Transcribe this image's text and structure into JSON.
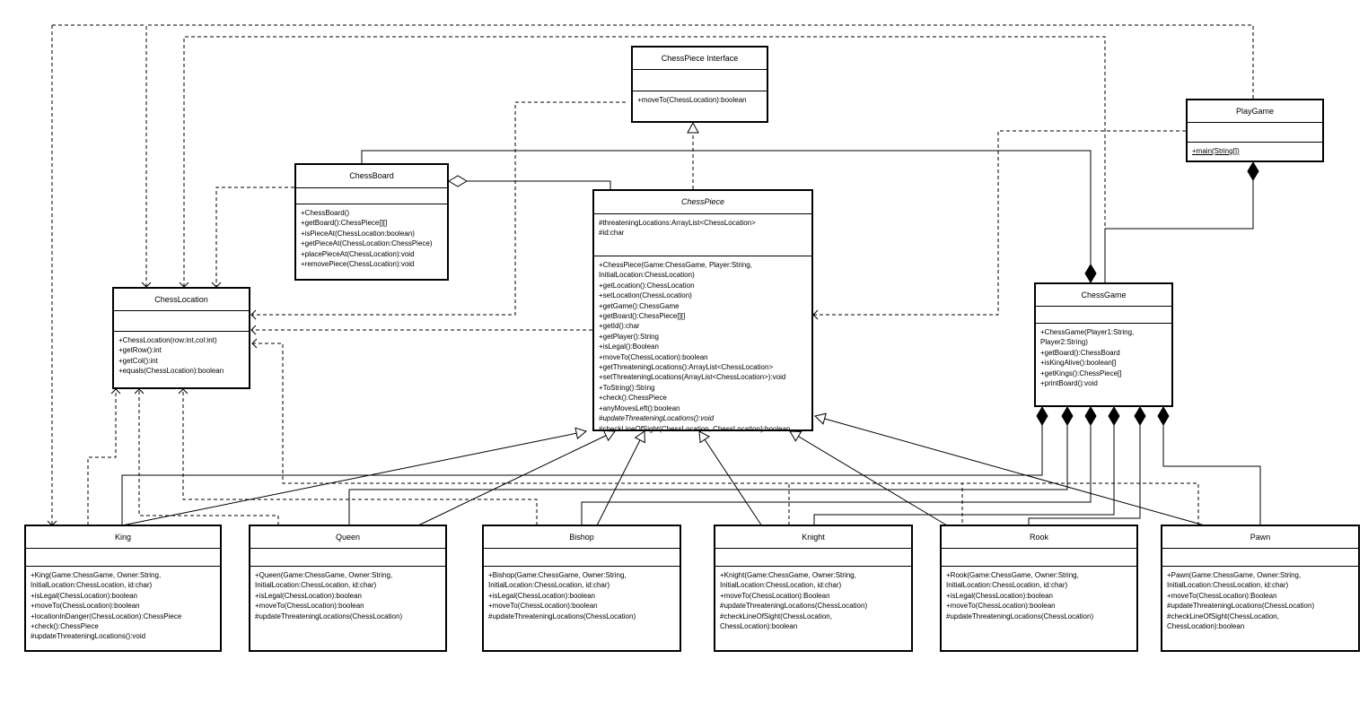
{
  "diagram": {
    "classes": {
      "interface": {
        "name": "ChessPiece Interface",
        "attributes": [],
        "operations": [
          {
            "text": "+moveTo(ChessLocation):boolean"
          }
        ]
      },
      "playgame": {
        "name": "PlayGame",
        "attributes": [],
        "operations": [
          {
            "text": "+main(String[])",
            "underline": true
          }
        ]
      },
      "chessboard": {
        "name": "ChessBoard",
        "attributes": [],
        "operations": [
          {
            "text": "+ChessBoard()"
          },
          {
            "text": "+getBoard():ChessPiece[][]"
          },
          {
            "text": "+isPieceAt(ChessLocation:boolean)"
          },
          {
            "text": "+getPieceAt(ChessLocation:ChessPiece)"
          },
          {
            "text": "+placePieceAt(ChessLocation):void"
          },
          {
            "text": "+removePiece(ChessLocation):void"
          }
        ]
      },
      "chesspiece": {
        "name": "ChessPiece",
        "italic": true,
        "attributes": [
          {
            "text": "#threateningLocations:ArrayList<ChessLocation>"
          },
          {
            "text": "#id:char"
          }
        ],
        "operations": [
          {
            "text": "+ChessPiece(Game:ChessGame, Player:String,"
          },
          {
            "text": "InitialLocation:ChessLocation)"
          },
          {
            "text": "+getLocation():ChessLocation"
          },
          {
            "text": "+setLocation(ChessLocation)"
          },
          {
            "text": "+getGame():ChessGame"
          },
          {
            "text": "+getBoard():ChessPiece[][]"
          },
          {
            "text": "+getId():char"
          },
          {
            "text": "+getPlayer():String"
          },
          {
            "text": "+isLegal():Boolean"
          },
          {
            "text": "+moveTo(ChessLocation):boolean"
          },
          {
            "text": "+getThreateningLocations():ArrayList<ChessLocation>"
          },
          {
            "text": "+setThreateningLocations(ArrayList<ChessLocation>):void"
          },
          {
            "text": "+ToString():String"
          },
          {
            "text": "+check():ChessPiece"
          },
          {
            "text": "+anyMovesLeft():boolean"
          },
          {
            "text": "#updateThreateningLocations():void",
            "italic": true
          },
          {
            "text": "#checkLineOfSight(ChessLocation, ChessLocation):boolean"
          }
        ]
      },
      "chesslocation": {
        "name": "ChessLocation",
        "attributes": [],
        "operations": [
          {
            "text": "+ChessLocation(row:int,col:int)"
          },
          {
            "text": "+getRow():int"
          },
          {
            "text": "+getCol():int"
          },
          {
            "text": "+equals(ChessLocation):boolean"
          }
        ]
      },
      "chessgame": {
        "name": "ChessGame",
        "attributes": [],
        "operations": [
          {
            "text": "+ChessGame(Player1:String,"
          },
          {
            "text": "Player2:String)"
          },
          {
            "text": "+getBoard():ChessBoard"
          },
          {
            "text": "+isKingAlive():boolean[]"
          },
          {
            "text": "+getKings():ChessPiece[]"
          },
          {
            "text": "+printBoard():void"
          }
        ]
      },
      "king": {
        "name": "King",
        "attributes": [],
        "operations": [
          {
            "text": "+King(Game:ChessGame, Owner:String,"
          },
          {
            "text": "InitialLocation:ChessLocation, id:char)"
          },
          {
            "text": "+isLegal(ChessLocation):boolean"
          },
          {
            "text": "+moveTo(ChessLocation):boolean"
          },
          {
            "text": "+locationInDanger(ChessLocation):ChessPiece"
          },
          {
            "text": "+check():ChessPiece"
          },
          {
            "text": "#updateThreateningLocations():void"
          }
        ]
      },
      "queen": {
        "name": "Queen",
        "attributes": [],
        "operations": [
          {
            "text": "+Queen(Game:ChessGame, Owner:String,"
          },
          {
            "text": "InitialLocation:ChessLocation, id:char)"
          },
          {
            "text": "+isLegal(ChessLocation):boolean"
          },
          {
            "text": "+moveTo(ChessLocation):boolean"
          },
          {
            "text": "#updateThreateningLocations(ChessLocation)"
          }
        ]
      },
      "bishop": {
        "name": "Bishop",
        "attributes": [],
        "operations": [
          {
            "text": "+Bishop(Game:ChessGame, Owner:String,"
          },
          {
            "text": "InitialLocation:ChessLocation, id:char)"
          },
          {
            "text": "+isLegal(ChessLocation):boolean"
          },
          {
            "text": "+moveTo(ChessLocation):boolean"
          },
          {
            "text": "#updateThreateningLocations(ChessLocation)"
          }
        ]
      },
      "knight": {
        "name": "Knight",
        "attributes": [],
        "operations": [
          {
            "text": "+Knight(Game:ChessGame, Owner:String,"
          },
          {
            "text": "InitialLocation:ChessLocation, id:char)"
          },
          {
            "text": "+moveTo(ChessLocation):Boolean"
          },
          {
            "text": "#updateThreateningLocations(ChessLocation)"
          },
          {
            "text": "#checkLineOfSight(ChessLocation,"
          },
          {
            "text": "ChessLocation):boolean"
          }
        ]
      },
      "rook": {
        "name": "Rook",
        "attributes": [],
        "operations": [
          {
            "text": "+Rook(Game:ChessGame, Owner:String,"
          },
          {
            "text": "InitialLocation:ChessLocation, id:char)"
          },
          {
            "text": "+isLegal(ChessLocation):boolean"
          },
          {
            "text": "+moveTo(ChessLocation):boolean"
          },
          {
            "text": "#updateThreateningLocations(ChessLocation)"
          }
        ]
      },
      "pawn": {
        "name": "Pawn",
        "attributes": [],
        "operations": [
          {
            "text": "+Pawn(Game:ChessGame, Owner:String,"
          },
          {
            "text": "InitialLocation:ChessLocation, id:char)"
          },
          {
            "text": "+moveTo(ChessLocation):Boolean"
          },
          {
            "text": "#updateThreateningLocations(ChessLocation)"
          },
          {
            "text": "#checkLineOfSight(ChessLocation,"
          },
          {
            "text": "ChessLocation):boolean"
          }
        ]
      }
    }
  }
}
